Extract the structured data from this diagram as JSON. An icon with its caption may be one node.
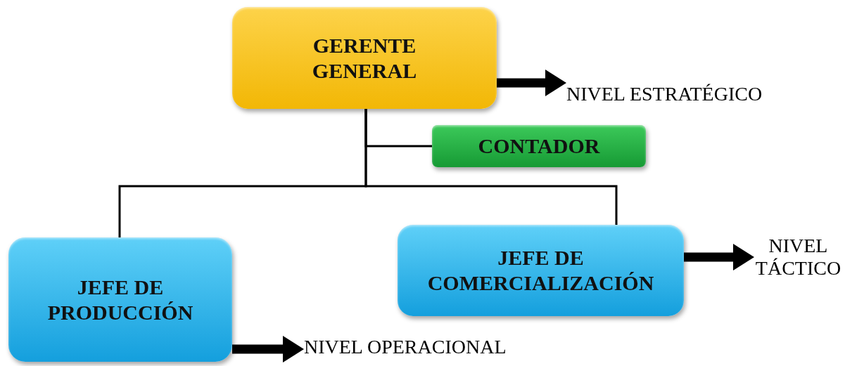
{
  "diagram": {
    "nodes": [
      {
        "text": [
          "GERENTE GENERAL"
        ]
      },
      {
        "text": [
          "CONTADOR"
        ]
      },
      {
        "text": [
          "JEFE DE PRODUCCIÓN"
        ]
      },
      {
        "text": [
          "JEFE DE COMERCIALIZACIÓN"
        ]
      },
      {
        "text": [
          "NIVEL ESTRATÉGICO"
        ]
      },
      {
        "text": [
          "NIVEL TÁCTICO"
        ]
      },
      {
        "text": [
          "NIVEL OPERACIONAL"
        ]
      }
    ],
    "edges": [
      {
        "from": 0,
        "to": 1,
        "arrow": "none"
      },
      {
        "from": 0,
        "to": 2,
        "arrow": "none"
      },
      {
        "from": 0,
        "to": 3,
        "arrow": "none"
      },
      {
        "from": 0,
        "to": 4,
        "arrow": "to",
        "style": "thick"
      },
      {
        "from": 3,
        "to": 5,
        "arrow": "to",
        "style": "thick"
      },
      {
        "from": 2,
        "to": 6,
        "arrow": "to",
        "style": "thick"
      }
    ]
  }
}
